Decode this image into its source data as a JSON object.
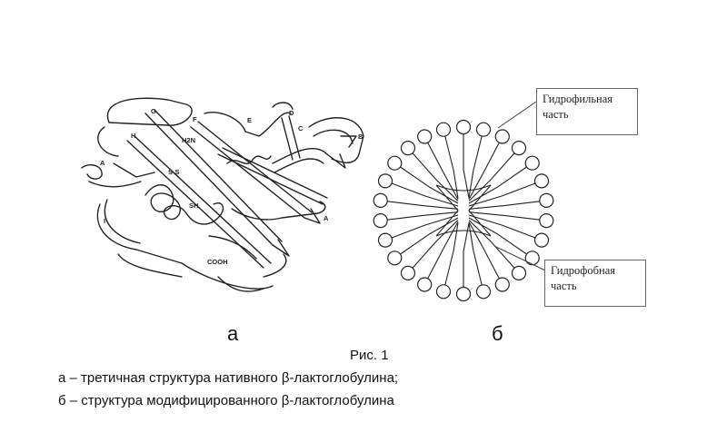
{
  "panels": {
    "a": {
      "letter": "а",
      "labels": [
        {
          "id": "G",
          "text": "G"
        },
        {
          "id": "F",
          "text": "F"
        },
        {
          "id": "E",
          "text": "E"
        },
        {
          "id": "D",
          "text": "D"
        },
        {
          "id": "C",
          "text": "C"
        },
        {
          "id": "B",
          "text": "B"
        },
        {
          "id": "H",
          "text": "H"
        },
        {
          "id": "H2N",
          "text": "H2N"
        },
        {
          "id": "SS",
          "text": "S-S"
        },
        {
          "id": "SH",
          "text": "SH"
        },
        {
          "id": "A1",
          "text": "A"
        },
        {
          "id": "A2",
          "text": "A"
        },
        {
          "id": "I",
          "text": "I"
        },
        {
          "id": "COOH",
          "text": "COOH"
        }
      ]
    },
    "b": {
      "letter": "б",
      "callouts": {
        "hydrophilic": "Гидрофильная часть",
        "hydrophobic": "Гидрофобная часть"
      }
    }
  },
  "caption": {
    "title": "Рис. 1",
    "line_a": "а – третичная структура нативного β-лактоглобулина;",
    "line_b": "б – структура модифицированного β-лактоглобулина"
  }
}
